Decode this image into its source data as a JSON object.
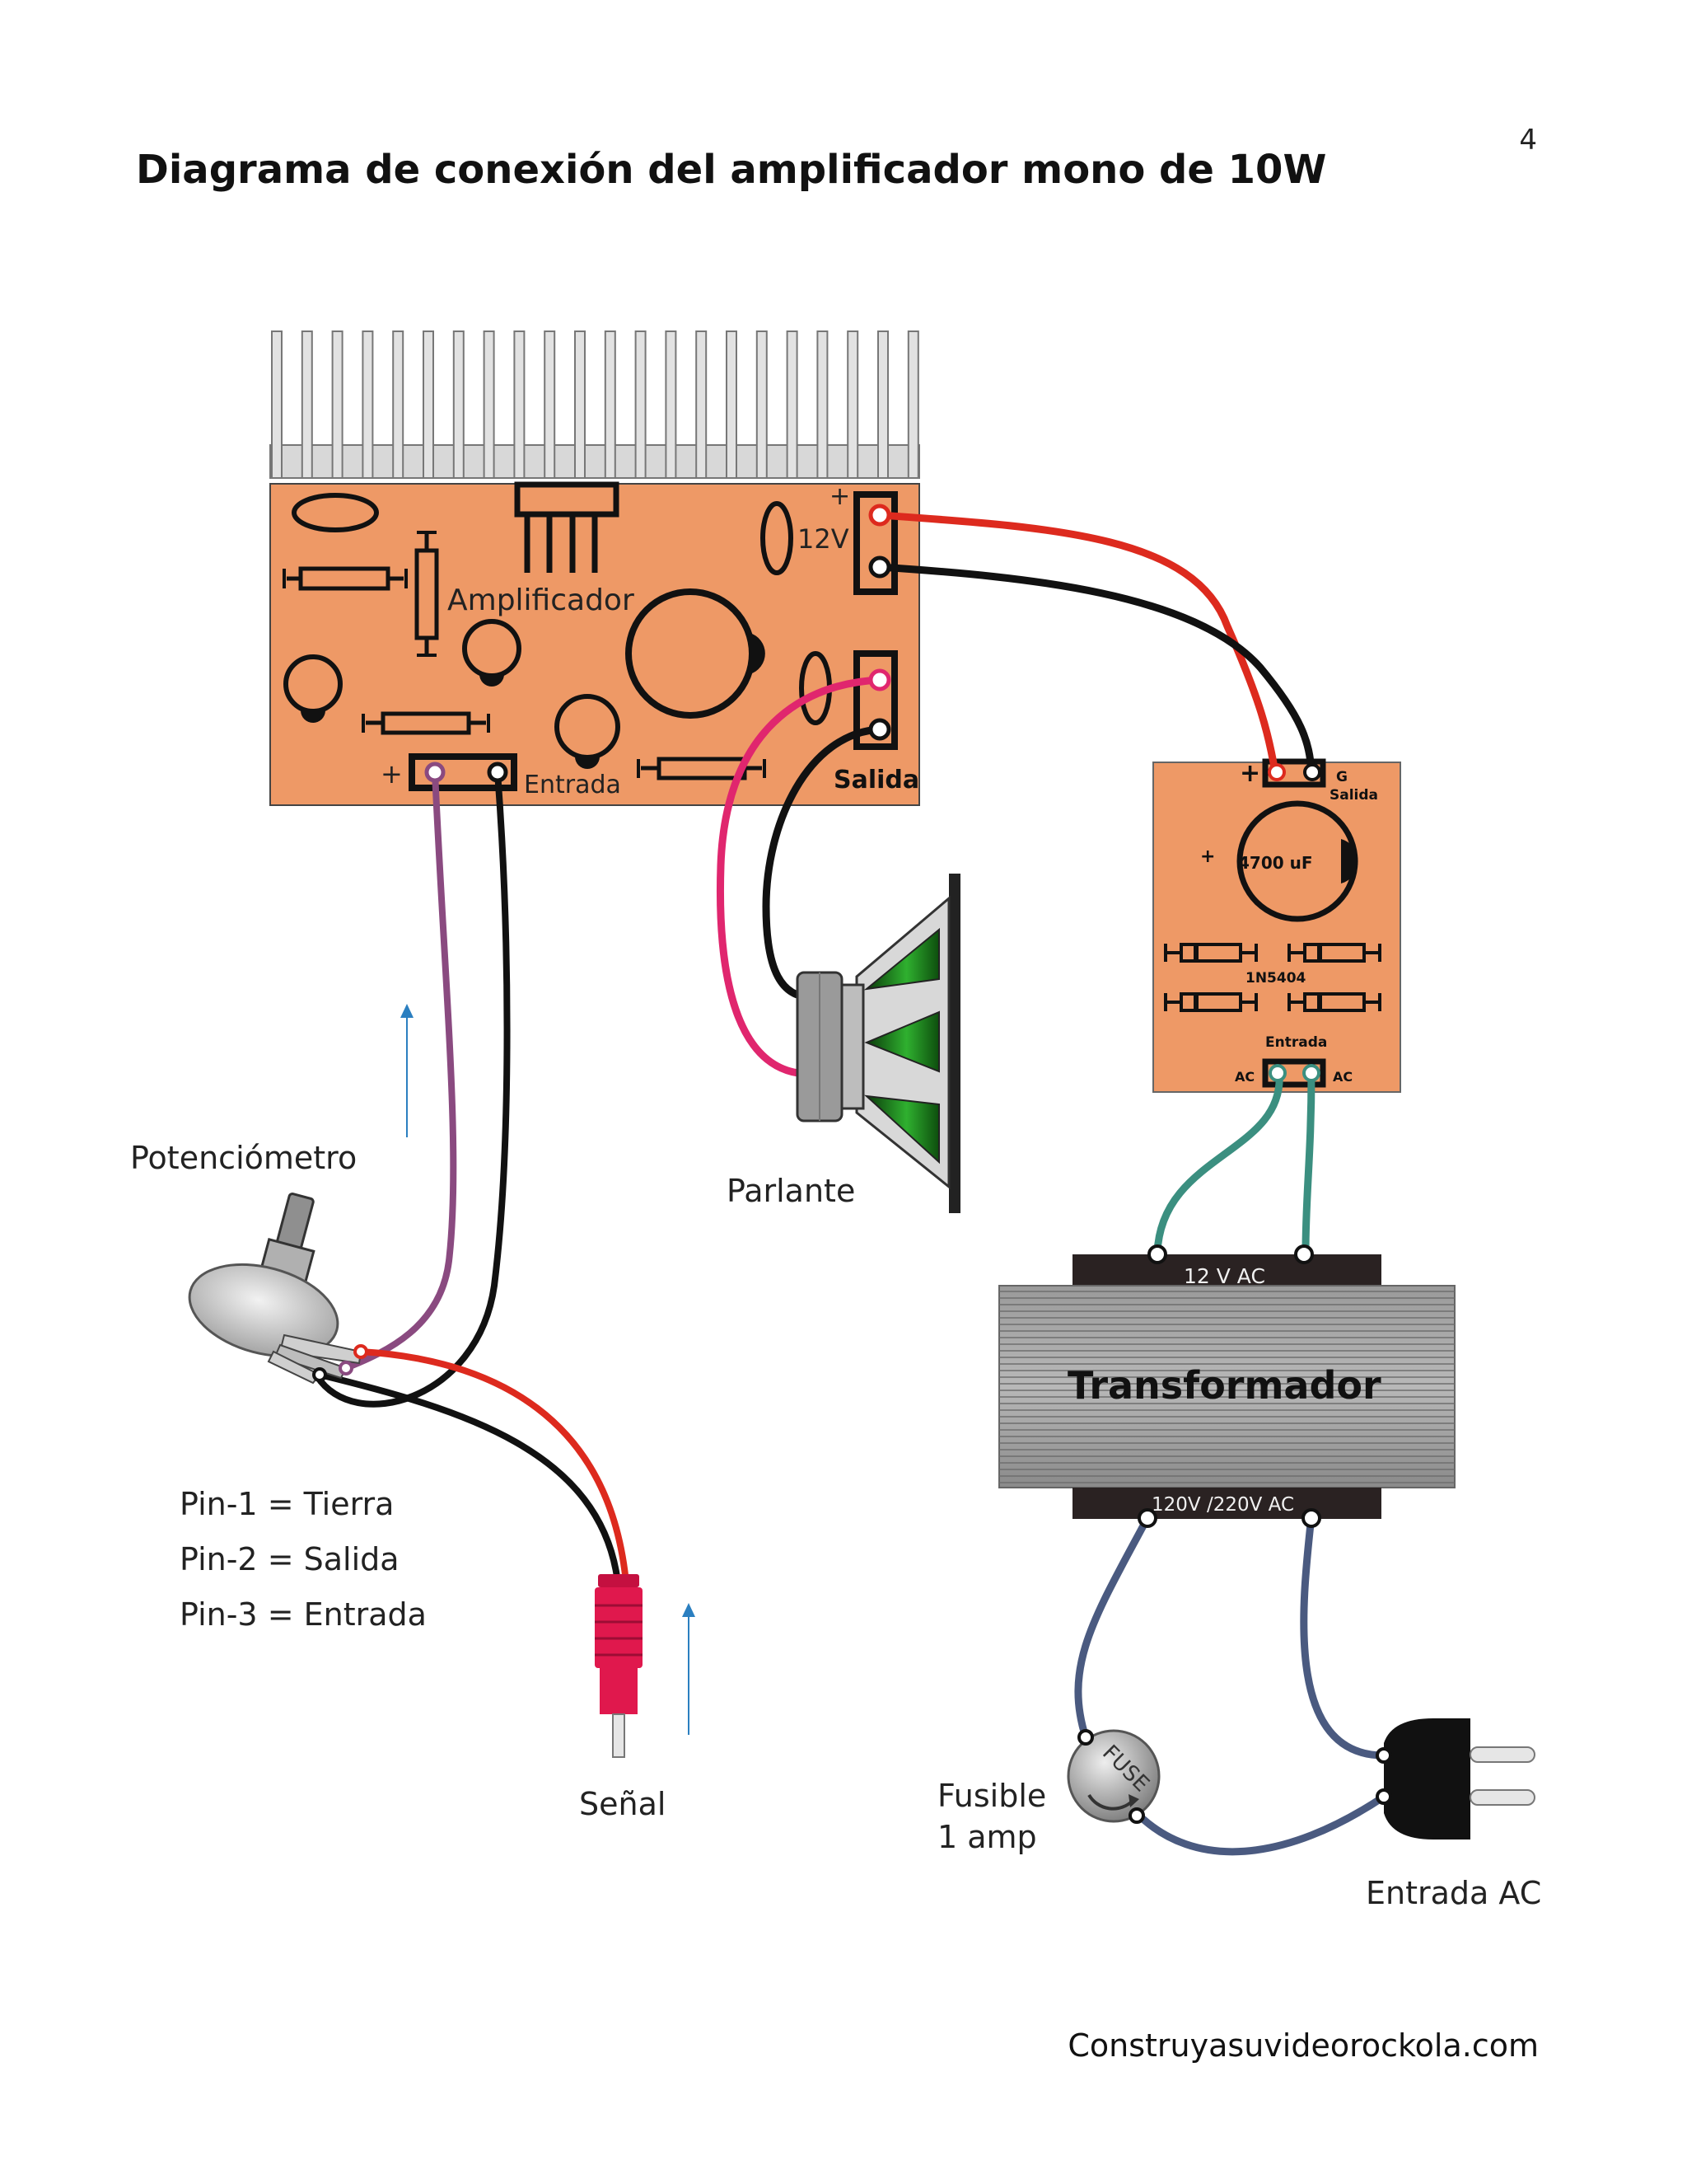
{
  "page_number": "4",
  "title": "Diagrama de conexión del amplificador mono de 10W",
  "amplifier": {
    "label": "Amplificador",
    "power_label": "12V",
    "plus_power": "+",
    "input_label": "Entrada",
    "plus_input": "+",
    "output_label": "Salida"
  },
  "rectifier": {
    "plus": "+",
    "ground": "G",
    "output": "Salida",
    "capacitor_plus": "+",
    "capacitor": "4700 uF",
    "diodes": "1N5404",
    "input": "Entrada",
    "ac_left": "AC",
    "ac_right": "AC"
  },
  "speaker_label": "Parlante",
  "potentiometer": {
    "label": "Potenciómetro",
    "pins": [
      "Pin-1 = Tierra",
      "Pin-2 = Salida",
      "Pin-3 = Entrada"
    ]
  },
  "signal_label": "Señal",
  "transformer": {
    "label": "Transformador",
    "secondary": "12 V AC",
    "primary": "120V /220V AC"
  },
  "fuse": {
    "icon_text": "FUSE",
    "label_line1": "Fusible",
    "label_line2": "1 amp"
  },
  "ac_input_label": "Entrada AC",
  "footer": "Construyasuvideorockola.com",
  "colors": {
    "board": "#ee9966",
    "red_wire": "#dd2a1e",
    "pink_wire": "#e0266e",
    "purple_wire": "#8a4a80",
    "teal_wire": "#3b8f80",
    "blue_wire": "#4a5a80",
    "green_cone": "#2fb02f"
  }
}
